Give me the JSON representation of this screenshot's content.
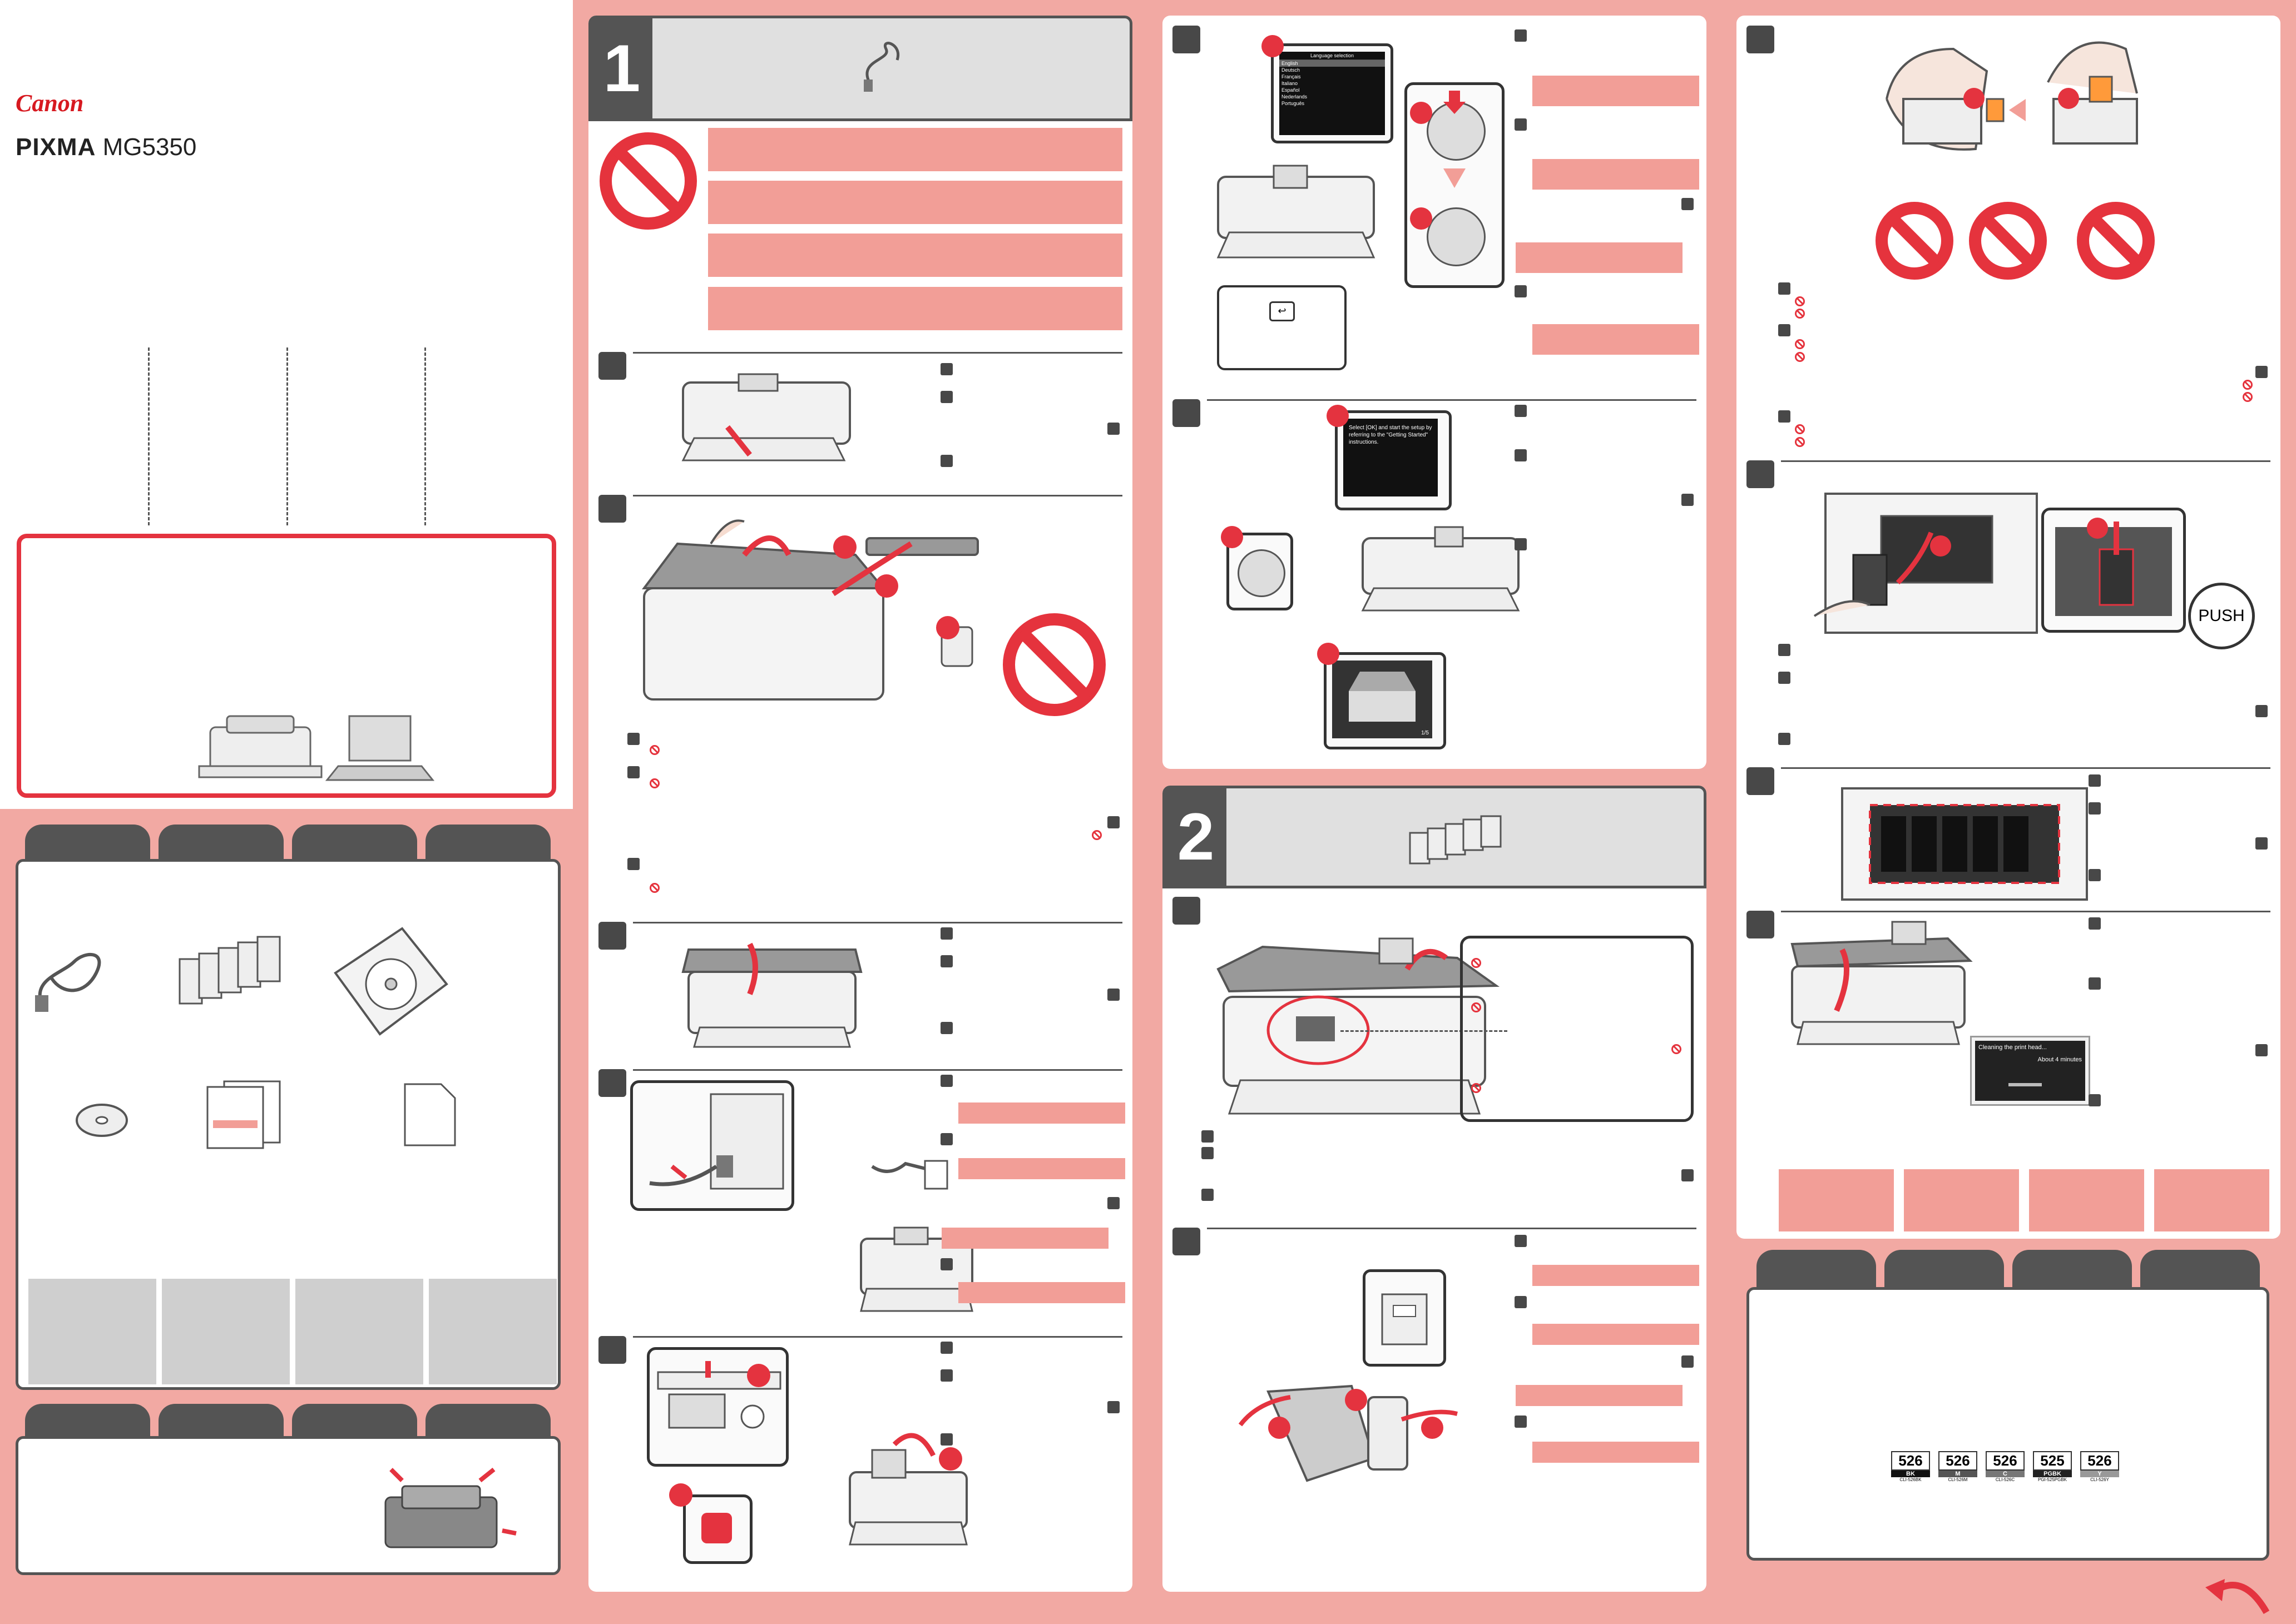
{
  "brand": {
    "logo": "Canon",
    "model_prefix": "PIXMA",
    "model": "MG5350"
  },
  "section1": {
    "number": "1"
  },
  "section2": {
    "number": "2"
  },
  "screens": {
    "language": {
      "title": "Language selection",
      "options": [
        "English",
        "Deutsch",
        "Français",
        "Italiano",
        "Español",
        "Nederlands",
        "Português"
      ]
    },
    "message": {
      "text": "Select [OK] and start the setup by referring to the \"Getting Started\" instructions."
    },
    "page_indicator": "1/5",
    "cleaning": {
      "title": "Cleaning the print head...",
      "time": "About 4 minutes"
    }
  },
  "labels": {
    "push": "PUSH"
  },
  "ink": [
    {
      "num": "526",
      "code": "BK",
      "name": "CLI-526BK",
      "color": "#111111"
    },
    {
      "num": "526",
      "code": "M",
      "name": "CLI-526M",
      "color": "#555555"
    },
    {
      "num": "526",
      "code": "C",
      "name": "CLI-526C",
      "color": "#777777"
    },
    {
      "num": "525",
      "code": "PGBK",
      "name": "PGI-525PGBK",
      "color": "#222222"
    },
    {
      "num": "526",
      "code": "Y",
      "name": "CLI-526Y",
      "color": "#999999"
    }
  ],
  "colors": {
    "accent": "#e4333f",
    "salmon": "#f29e97",
    "background": "#f2a9a3",
    "dark": "#545454"
  }
}
